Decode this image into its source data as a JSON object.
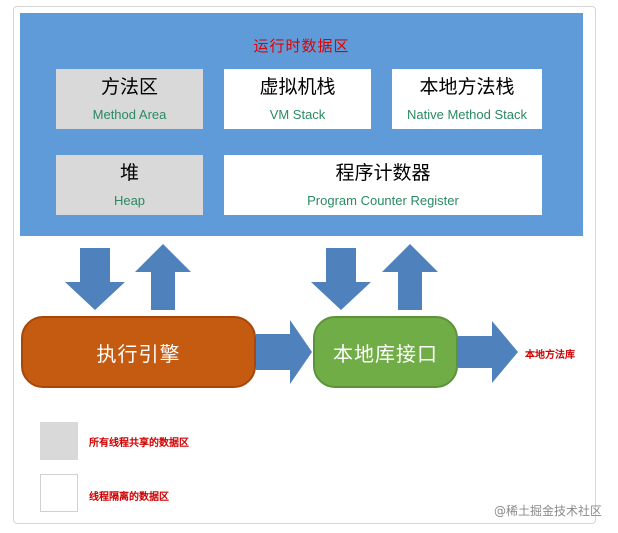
{
  "runtime_area": {
    "title": "运行时数据区"
  },
  "areas": [
    {
      "name_zh": "方法区",
      "name_en": "Method Area",
      "scope": "shared"
    },
    {
      "name_zh": "虚拟机栈",
      "name_en": "VM Stack",
      "scope": "thread-private"
    },
    {
      "name_zh": "本地方法栈",
      "name_en": "Native Method Stack",
      "scope": "thread-private"
    },
    {
      "name_zh": "堆",
      "name_en": "Heap",
      "scope": "shared"
    },
    {
      "name_zh": "程序计数器",
      "name_en": "Program Counter Register",
      "scope": "thread-private"
    }
  ],
  "execution_engine": {
    "label": "执行引擎"
  },
  "native_interface": {
    "label": "本地库接口"
  },
  "native_library": {
    "label": "本地方法库"
  },
  "legend": {
    "shared_label": "所有线程共享的数据区",
    "private_label": "线程隔离的数据区"
  },
  "watermark": "@稀土掘金技术社区",
  "colors": {
    "runtime_bg": "#5e9bd8",
    "shared_fill": "#d9d9d9",
    "private_fill": "#ffffff",
    "arrow": "#4f81bd",
    "execution_engine": "#c55a11",
    "native_interface": "#70ad47",
    "title_red": "#e00000"
  }
}
